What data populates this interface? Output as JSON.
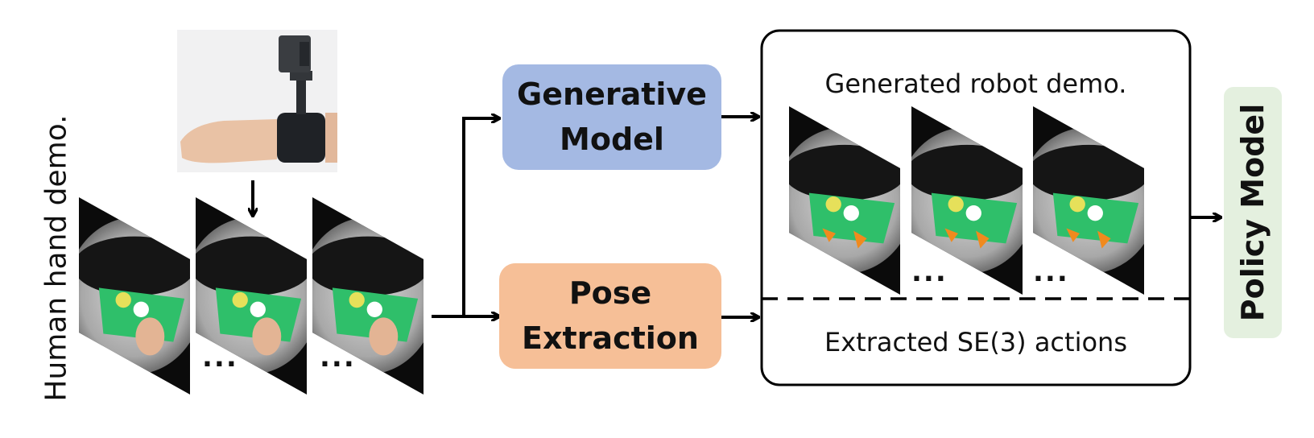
{
  "human_demo": {
    "label": "Human hand demo.",
    "ellipsis": "..."
  },
  "generative_model": {
    "label_line1": "Generative",
    "label_line2": "Model",
    "fill": "#a4b9e3"
  },
  "pose_extraction": {
    "label_line1": "Pose",
    "label_line2": "Extraction",
    "fill": "#f6bf97"
  },
  "output_panel": {
    "title": "Generated robot demo.",
    "ellipsis": "...",
    "footer": "Extracted SE(3) actions"
  },
  "policy_model": {
    "label": "Policy Model",
    "fill": "#e4f0df"
  },
  "colors": {
    "green_mat": "#2fbf6a",
    "arrow": "#000000",
    "panel_border": "#000000"
  }
}
